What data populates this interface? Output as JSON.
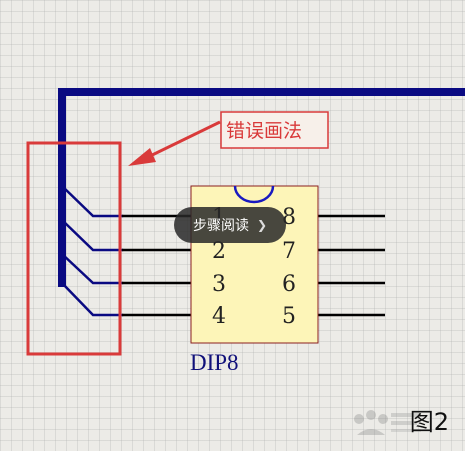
{
  "diagram": {
    "callout_text": "错误画法",
    "chip_name": "DIP8",
    "pins_left": [
      "1",
      "2",
      "3",
      "4"
    ],
    "pins_right": [
      "8",
      "7",
      "6",
      "5"
    ]
  },
  "overlay": {
    "read_button_label": "步骤阅读",
    "figure_label": "图2"
  },
  "colors": {
    "wire": "#0a0a82",
    "error_box": "#d93a3a",
    "chip_fill": "#fdf5b8",
    "chip_border": "#8a1f1f"
  }
}
